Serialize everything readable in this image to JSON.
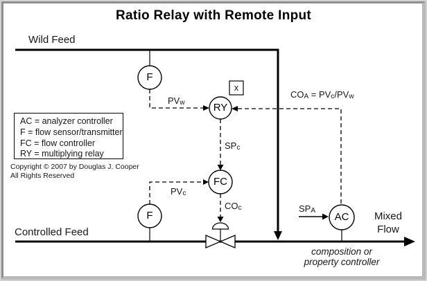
{
  "title": "Ratio Relay with Remote Input",
  "streams": {
    "wild_feed": "Wild Feed",
    "controlled_feed": "Controlled Feed",
    "mixed_flow_line1": "Mixed",
    "mixed_flow_line2": "Flow"
  },
  "instruments": {
    "wild_flow_sensor": "F",
    "controlled_flow_sensor": "F",
    "ratio_relay": "RY",
    "flow_controller": "FC",
    "analyzer_controller": "AC",
    "multiplier_symbol": "x"
  },
  "signals": {
    "pvw": {
      "main": "PV",
      "sub": "w"
    },
    "spc": {
      "main": "SP",
      "sub": "c"
    },
    "pvc": {
      "main": "PV",
      "sub": "c"
    },
    "coc": {
      "main": "CO",
      "sub": "c"
    },
    "spa": {
      "main": "SP",
      "sub": "A"
    },
    "coa_equation": {
      "p1": "CO",
      "s1": "A",
      "p2": " = PV",
      "s2": "c",
      "p3": "/PV",
      "s3": "w"
    }
  },
  "legend": {
    "items": [
      "AC = analyzer controller",
      "F = flow sensor/transmitter",
      "FC = flow controller",
      "RY = multiplying relay"
    ]
  },
  "copyright": {
    "line1": "Copyright © 2007 by Douglas J. Cooper",
    "line2": "All Rights Reserved"
  },
  "annotation": {
    "line1": "composition or",
    "line2": "property controller"
  },
  "colors": {
    "diagram_line": "#000000",
    "background": "#ffffff",
    "frame_dark": "#8e8e8e",
    "frame_light": "#b9b9b9"
  }
}
